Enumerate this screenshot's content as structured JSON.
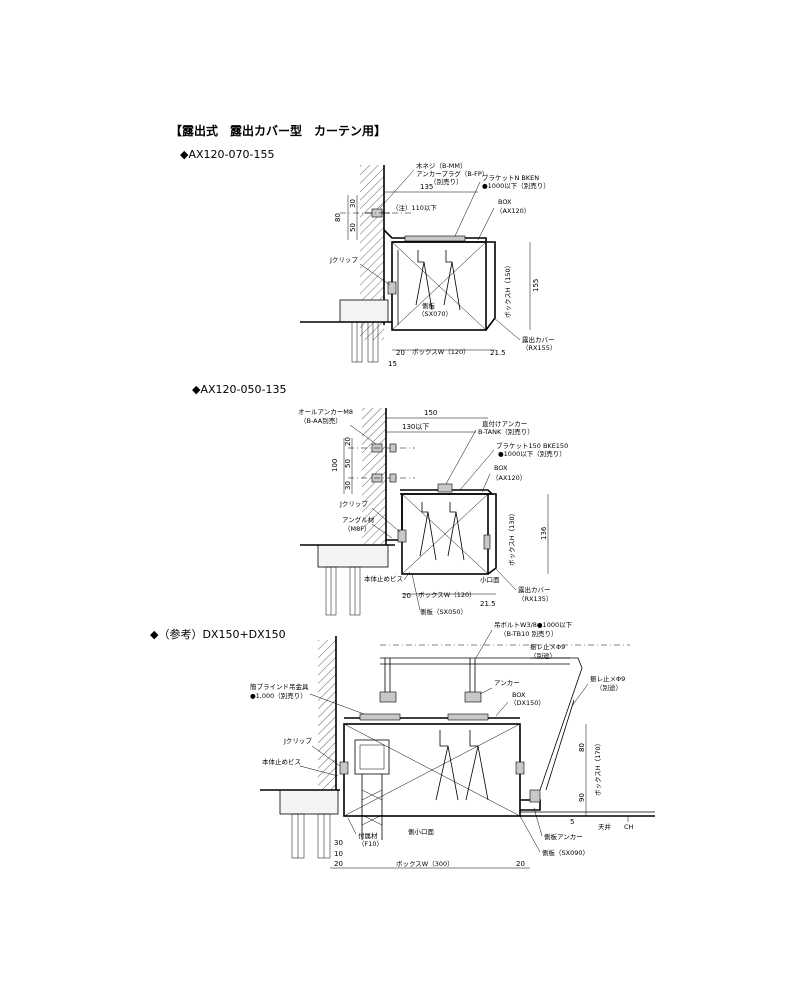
{
  "title": "【露出式　露出カバー型　カーテン用】",
  "section1": {
    "heading": "◆AX120-070-155",
    "labels": {
      "screw": "木ネジ（B-MM）",
      "plug": "アンカープラグ（B-FP）",
      "plug_sub": "（別売り）",
      "bracket": "ブラケットN BKEN",
      "bracket_sub": "●1000以下（別売り）",
      "box": "BOX",
      "box_sub": "（AX120）",
      "jclip": "Jクリップ",
      "sidepanel": "側板",
      "sidepanel_sub": "（SX070）",
      "cover": "露出カバー",
      "cover_sub": "（RX155）",
      "note": "（注）110以下",
      "boxh": "ボックスH（150）"
    },
    "dims": {
      "d135": "135",
      "d30": "30",
      "d80": "80",
      "d50": "50",
      "d155": "155",
      "d20": "20",
      "boxw": "ボックスW（120）",
      "d21_5": "21.5",
      "d15": "15"
    }
  },
  "section2": {
    "heading": "◆AX120-050-135",
    "labels": {
      "allanchor": "オールアンカーM8",
      "allanchor_sub": "（B-AA別売）",
      "direct": "直付けアンカー",
      "direct_sub": "B-TANK（別売り）",
      "bracket": "ブラケット150 BKE150",
      "bracket_sub": "●1000以下（別売り）",
      "box": "BOX",
      "box_sub": "（AX120）",
      "jclip": "Jクリップ",
      "angle": "アングル材",
      "angle_sub": "（M8F）",
      "screw": "本体止めビス",
      "smallcut": "小口面",
      "sidepanel": "側板（SX050）",
      "cover": "露出カバー",
      "cover_sub": "（RX135）",
      "boxh": "ボックスH（130）"
    },
    "dims": {
      "d150": "150",
      "d130": "130以下",
      "d20": "20",
      "d50": "50",
      "d100": "100",
      "d30": "30",
      "d136": "136",
      "d20b": "20",
      "boxw": "ボックスW（120）",
      "d21_5": "21.5"
    }
  },
  "section3": {
    "heading": "◆（参考）DX150+DX150",
    "labels": {
      "hangbolt": "吊ボルトW3/8●1000以下",
      "hangbolt_sub": "（B-TB10 別売り）",
      "brace1": "振レ止メΦ9",
      "brace1_sub": "（別途）",
      "brace2": "振レ止メΦ9",
      "brace2_sub": "（別途）",
      "anchor": "アンカー",
      "box": "BOX",
      "box_sub": "（DX150）",
      "blind": "簡ブラインド吊金具",
      "blind_sub": "●1,000（別売り）",
      "jclip": "Jクリップ",
      "screw": "本体止めビス",
      "attach": "付属材",
      "attach_sub": "（F10）",
      "smallcut": "側小口面",
      "sideanchor": "側板アンカー",
      "sidepanel": "側板（SX090）",
      "ceiling": "天井",
      "ch": "CH",
      "boxh": "ボックスH（170）"
    },
    "dims": {
      "d80": "80",
      "d90": "90",
      "d5": "5",
      "d30": "30",
      "d10": "10",
      "d20": "20",
      "d20b": "20",
      "boxw": "ボックスW（300）"
    }
  }
}
